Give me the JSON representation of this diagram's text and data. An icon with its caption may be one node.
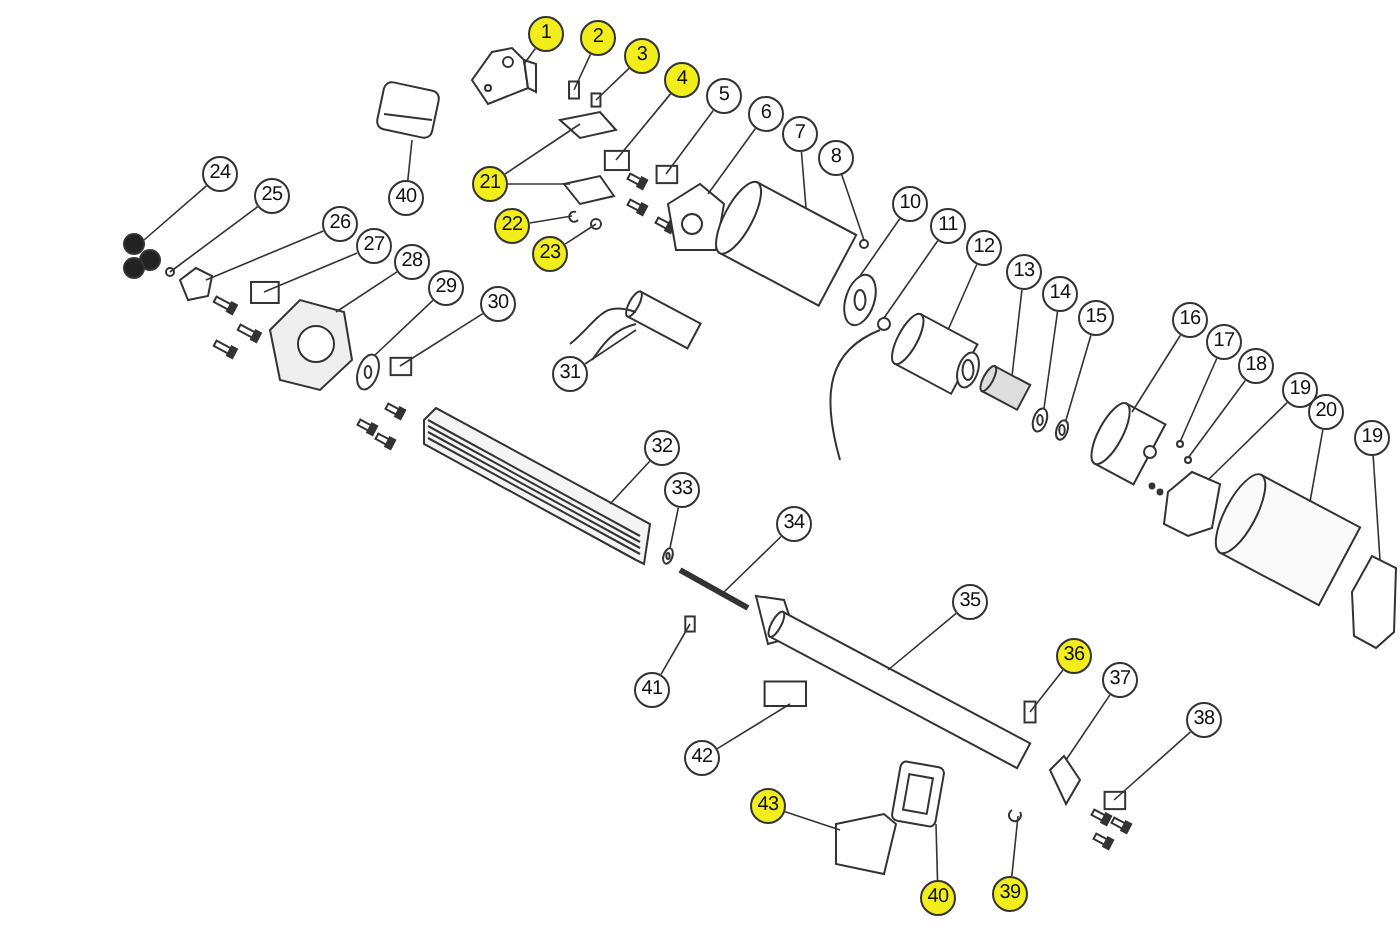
{
  "diagram": {
    "nodes": [
      {
        "text": [
          "1"
        ]
      },
      {
        "text": [
          "2"
        ]
      },
      {
        "text": [
          "3"
        ]
      },
      {
        "text": [
          "4"
        ]
      },
      {
        "text": [
          "5"
        ]
      },
      {
        "text": [
          "6"
        ]
      },
      {
        "text": [
          "7"
        ]
      },
      {
        "text": [
          "8"
        ]
      },
      {
        "text": [
          "10"
        ]
      },
      {
        "text": [
          "11"
        ]
      },
      {
        "text": [
          "12"
        ]
      },
      {
        "text": [
          "13"
        ]
      },
      {
        "text": [
          "14"
        ]
      },
      {
        "text": [
          "15"
        ]
      },
      {
        "text": [
          "16"
        ]
      },
      {
        "text": [
          "17"
        ]
      },
      {
        "text": [
          "18"
        ]
      },
      {
        "text": [
          "19"
        ]
      },
      {
        "text": [
          "20"
        ]
      },
      {
        "text": [
          "19"
        ]
      },
      {
        "text": [
          "21"
        ]
      },
      {
        "text": [
          "22"
        ]
      },
      {
        "text": [
          "23"
        ]
      },
      {
        "text": [
          "24"
        ]
      },
      {
        "text": [
          "25"
        ]
      },
      {
        "text": [
          "26"
        ]
      },
      {
        "text": [
          "27"
        ]
      },
      {
        "text": [
          "28"
        ]
      },
      {
        "text": [
          "29"
        ]
      },
      {
        "text": [
          "30"
        ]
      },
      {
        "text": [
          "31"
        ]
      },
      {
        "text": [
          "32"
        ]
      },
      {
        "text": [
          "33"
        ]
      },
      {
        "text": [
          "34"
        ]
      },
      {
        "text": [
          "35"
        ]
      },
      {
        "text": [
          "36"
        ]
      },
      {
        "text": [
          "37"
        ]
      },
      {
        "text": [
          "38"
        ]
      },
      {
        "text": [
          "39"
        ]
      },
      {
        "text": [
          "40"
        ]
      },
      {
        "text": [
          "40"
        ]
      },
      {
        "text": [
          "41"
        ]
      },
      {
        "text": [
          "42"
        ]
      },
      {
        "text": [
          "43"
        ]
      },
      {
        "text": [],
        "shape": "picture"
      },
      {
        "text": [],
        "shape": "box"
      },
      {
        "text": [],
        "shape": "box"
      },
      {
        "text": [],
        "shape": "box"
      },
      {
        "text": [],
        "shape": "box"
      },
      {
        "text": [],
        "shape": "picture"
      },
      {
        "text": [],
        "shape": "picture"
      },
      {
        "text": [],
        "shape": "circle"
      },
      {
        "text": [],
        "shape": "picture"
      },
      {
        "text": [],
        "shape": "circle"
      },
      {
        "text": [],
        "shape": "picture"
      },
      {
        "text": [],
        "shape": "picture"
      },
      {
        "text": [],
        "shape": "picture"
      },
      {
        "text": [],
        "shape": "picture"
      },
      {
        "text": [],
        "shape": "picture"
      },
      {
        "text": [],
        "shape": "circle"
      },
      {
        "text": [],
        "shape": "circle"
      },
      {
        "text": [],
        "shape": "picture"
      },
      {
        "text": [],
        "shape": "picture"
      },
      {
        "text": [],
        "shape": "picture"
      },
      {
        "text": [],
        "shape": "picture"
      },
      {
        "text": [],
        "shape": "picture"
      },
      {
        "text": [],
        "shape": "picture"
      },
      {
        "text": [],
        "shape": "circle"
      },
      {
        "text": [],
        "shape": "picture"
      },
      {
        "text": [],
        "shape": "circle"
      },
      {
        "text": [],
        "shape": "picture"
      },
      {
        "text": [],
        "shape": "box"
      },
      {
        "text": [],
        "shape": "picture"
      },
      {
        "text": [],
        "shape": "picture"
      },
      {
        "text": [],
        "shape": "box"
      },
      {
        "text": [],
        "shape": "picture"
      },
      {
        "text": [],
        "shape": "picture"
      },
      {
        "text": [],
        "shape": "picture"
      },
      {
        "text": [],
        "shape": "picture"
      },
      {
        "text": [],
        "shape": "picture"
      },
      {
        "text": [],
        "shape": "box"
      },
      {
        "text": [],
        "shape": "picture"
      },
      {
        "text": [],
        "shape": "box"
      },
      {
        "text": [],
        "shape": "picture"
      },
      {
        "text": [],
        "shape": "picture"
      },
      {
        "text": [],
        "shape": "picture"
      },
      {
        "text": [],
        "shape": "box"
      },
      {
        "text": [],
        "shape": "box"
      },
      {
        "text": [],
        "shape": "picture"
      }
    ],
    "edges": [
      {
        "from": 0,
        "to": 44,
        "arrow": "none"
      },
      {
        "from": 1,
        "to": 45,
        "arrow": "none"
      },
      {
        "from": 2,
        "to": 46,
        "arrow": "none"
      },
      {
        "from": 3,
        "to": 47,
        "arrow": "none"
      },
      {
        "from": 4,
        "to": 48,
        "arrow": "none"
      },
      {
        "from": 5,
        "to": 49,
        "arrow": "none"
      },
      {
        "from": 6,
        "to": 50,
        "arrow": "none"
      },
      {
        "from": 7,
        "to": 51,
        "arrow": "none"
      },
      {
        "from": 8,
        "to": 52,
        "arrow": "none"
      },
      {
        "from": 9,
        "to": 53,
        "arrow": "none"
      },
      {
        "from": 10,
        "to": 54,
        "arrow": "none"
      },
      {
        "from": 11,
        "to": 55,
        "arrow": "none"
      },
      {
        "from": 12,
        "to": 56,
        "arrow": "none"
      },
      {
        "from": 13,
        "to": 57,
        "arrow": "none"
      },
      {
        "from": 14,
        "to": 58,
        "arrow": "none"
      },
      {
        "from": 15,
        "to": 59,
        "arrow": "none"
      },
      {
        "from": 16,
        "to": 60,
        "arrow": "none"
      },
      {
        "from": 17,
        "to": 61,
        "arrow": "none"
      },
      {
        "from": 18,
        "to": 62,
        "arrow": "none"
      },
      {
        "from": 19,
        "to": 63,
        "arrow": "none"
      },
      {
        "from": 20,
        "to": 64,
        "arrow": "none"
      },
      {
        "from": 20,
        "to": 65,
        "arrow": "none"
      },
      {
        "from": 21,
        "to": 66,
        "arrow": "none"
      },
      {
        "from": 22,
        "to": 67,
        "arrow": "none"
      },
      {
        "from": 23,
        "to": 68,
        "arrow": "none"
      },
      {
        "from": 24,
        "to": 69,
        "arrow": "none"
      },
      {
        "from": 25,
        "to": 70,
        "arrow": "none"
      },
      {
        "from": 26,
        "to": 71,
        "arrow": "none"
      },
      {
        "from": 27,
        "to": 72,
        "arrow": "none"
      },
      {
        "from": 28,
        "to": 73,
        "arrow": "none"
      },
      {
        "from": 29,
        "to": 74,
        "arrow": "none"
      },
      {
        "from": 30,
        "to": 75,
        "arrow": "none"
      },
      {
        "from": 31,
        "to": 76,
        "arrow": "none"
      },
      {
        "from": 32,
        "to": 77,
        "arrow": "none"
      },
      {
        "from": 33,
        "to": 78,
        "arrow": "none"
      },
      {
        "from": 34,
        "to": 79,
        "arrow": "none"
      },
      {
        "from": 35,
        "to": 80,
        "arrow": "none"
      },
      {
        "from": 36,
        "to": 81,
        "arrow": "none"
      },
      {
        "from": 37,
        "to": 82,
        "arrow": "none"
      },
      {
        "from": 38,
        "to": 83,
        "arrow": "none"
      },
      {
        "from": 39,
        "to": 84,
        "arrow": "none"
      },
      {
        "from": 40,
        "to": 85,
        "arrow": "none"
      },
      {
        "from": 41,
        "to": 86,
        "arrow": "none"
      },
      {
        "from": 42,
        "to": 87,
        "arrow": "none"
      },
      {
        "from": 43,
        "to": 88,
        "arrow": "none"
      }
    ]
  }
}
